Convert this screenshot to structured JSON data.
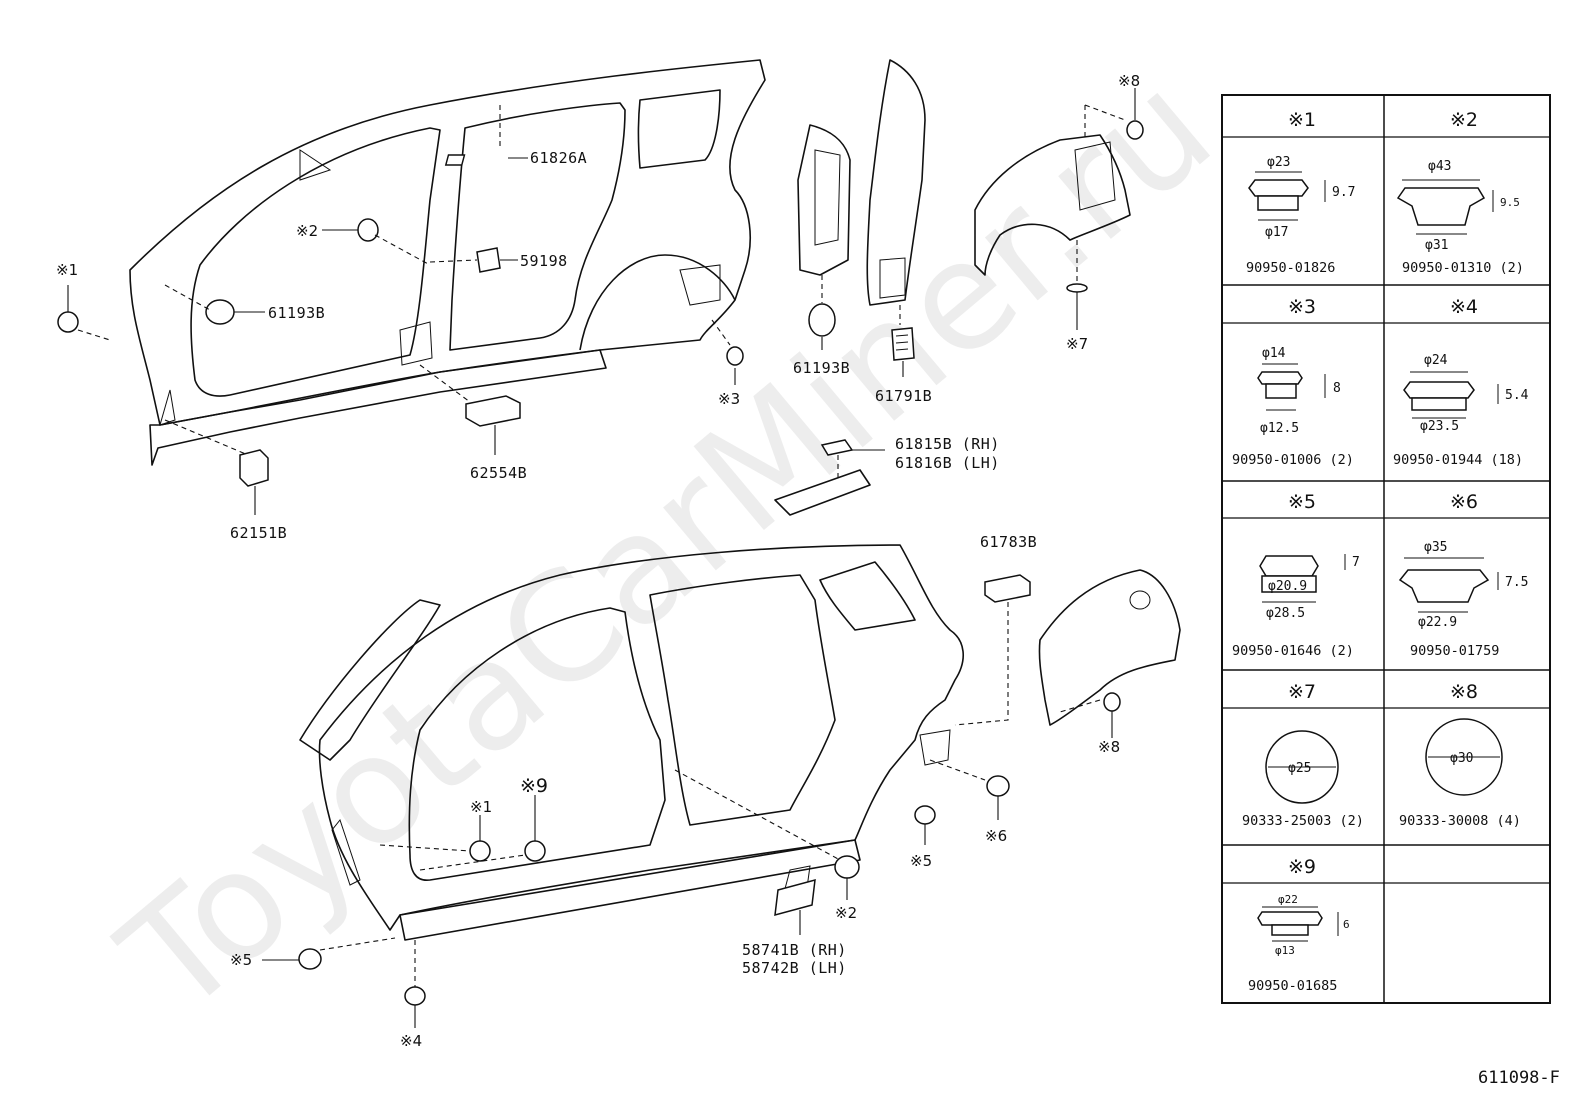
{
  "watermark": "ToyotaCarMiner.ru",
  "figure_code": "611098-F",
  "callouts": {
    "p61826A": "61826A",
    "p59198": "59198",
    "p61193B_a": "61193B",
    "p62151B": "62151B",
    "p62554B": "62554B",
    "p61193B_b": "61193B",
    "p61791B": "61791B",
    "p61815B": "61815B (RH)",
    "p61816B": "61816B (LH)",
    "p61783B": "61783B",
    "p58741B": "58741B (RH)",
    "p58742B": "58742B (LH)"
  },
  "refs": {
    "r1": "※1",
    "r2": "※2",
    "r3": "※3",
    "r4": "※4",
    "r5": "※5",
    "r6": "※6",
    "r7": "※7",
    "r8": "※8",
    "r9": "※9"
  },
  "plug_table": {
    "cells": [
      {
        "ref": "※1",
        "part_no": "90950-01826",
        "dims": [
          "φ23",
          "9.7",
          "φ17"
        ]
      },
      {
        "ref": "※2",
        "part_no": "90950-01310 (2)",
        "dims": [
          "φ43",
          "9.5",
          "φ31"
        ]
      },
      {
        "ref": "※3",
        "part_no": "90950-01006 (2)",
        "dims": [
          "φ14",
          "8",
          "φ12.5"
        ]
      },
      {
        "ref": "※4",
        "part_no": "90950-01944 (18)",
        "dims": [
          "φ24",
          "5.4",
          "φ23.5"
        ]
      },
      {
        "ref": "※5",
        "part_no": "90950-01646 (2)",
        "dims": [
          "7",
          "φ20.9",
          "φ28.5"
        ]
      },
      {
        "ref": "※6",
        "part_no": "90950-01759",
        "dims": [
          "φ35",
          "7.5",
          "φ22.9"
        ]
      },
      {
        "ref": "※7",
        "part_no": "90333-25003 (2)",
        "dims": [
          "φ25"
        ]
      },
      {
        "ref": "※8",
        "part_no": "90333-30008 (4)",
        "dims": [
          "φ30"
        ]
      },
      {
        "ref": "※9",
        "part_no": "90950-01685",
        "dims": [
          "φ22",
          "6",
          "φ13"
        ]
      }
    ]
  }
}
